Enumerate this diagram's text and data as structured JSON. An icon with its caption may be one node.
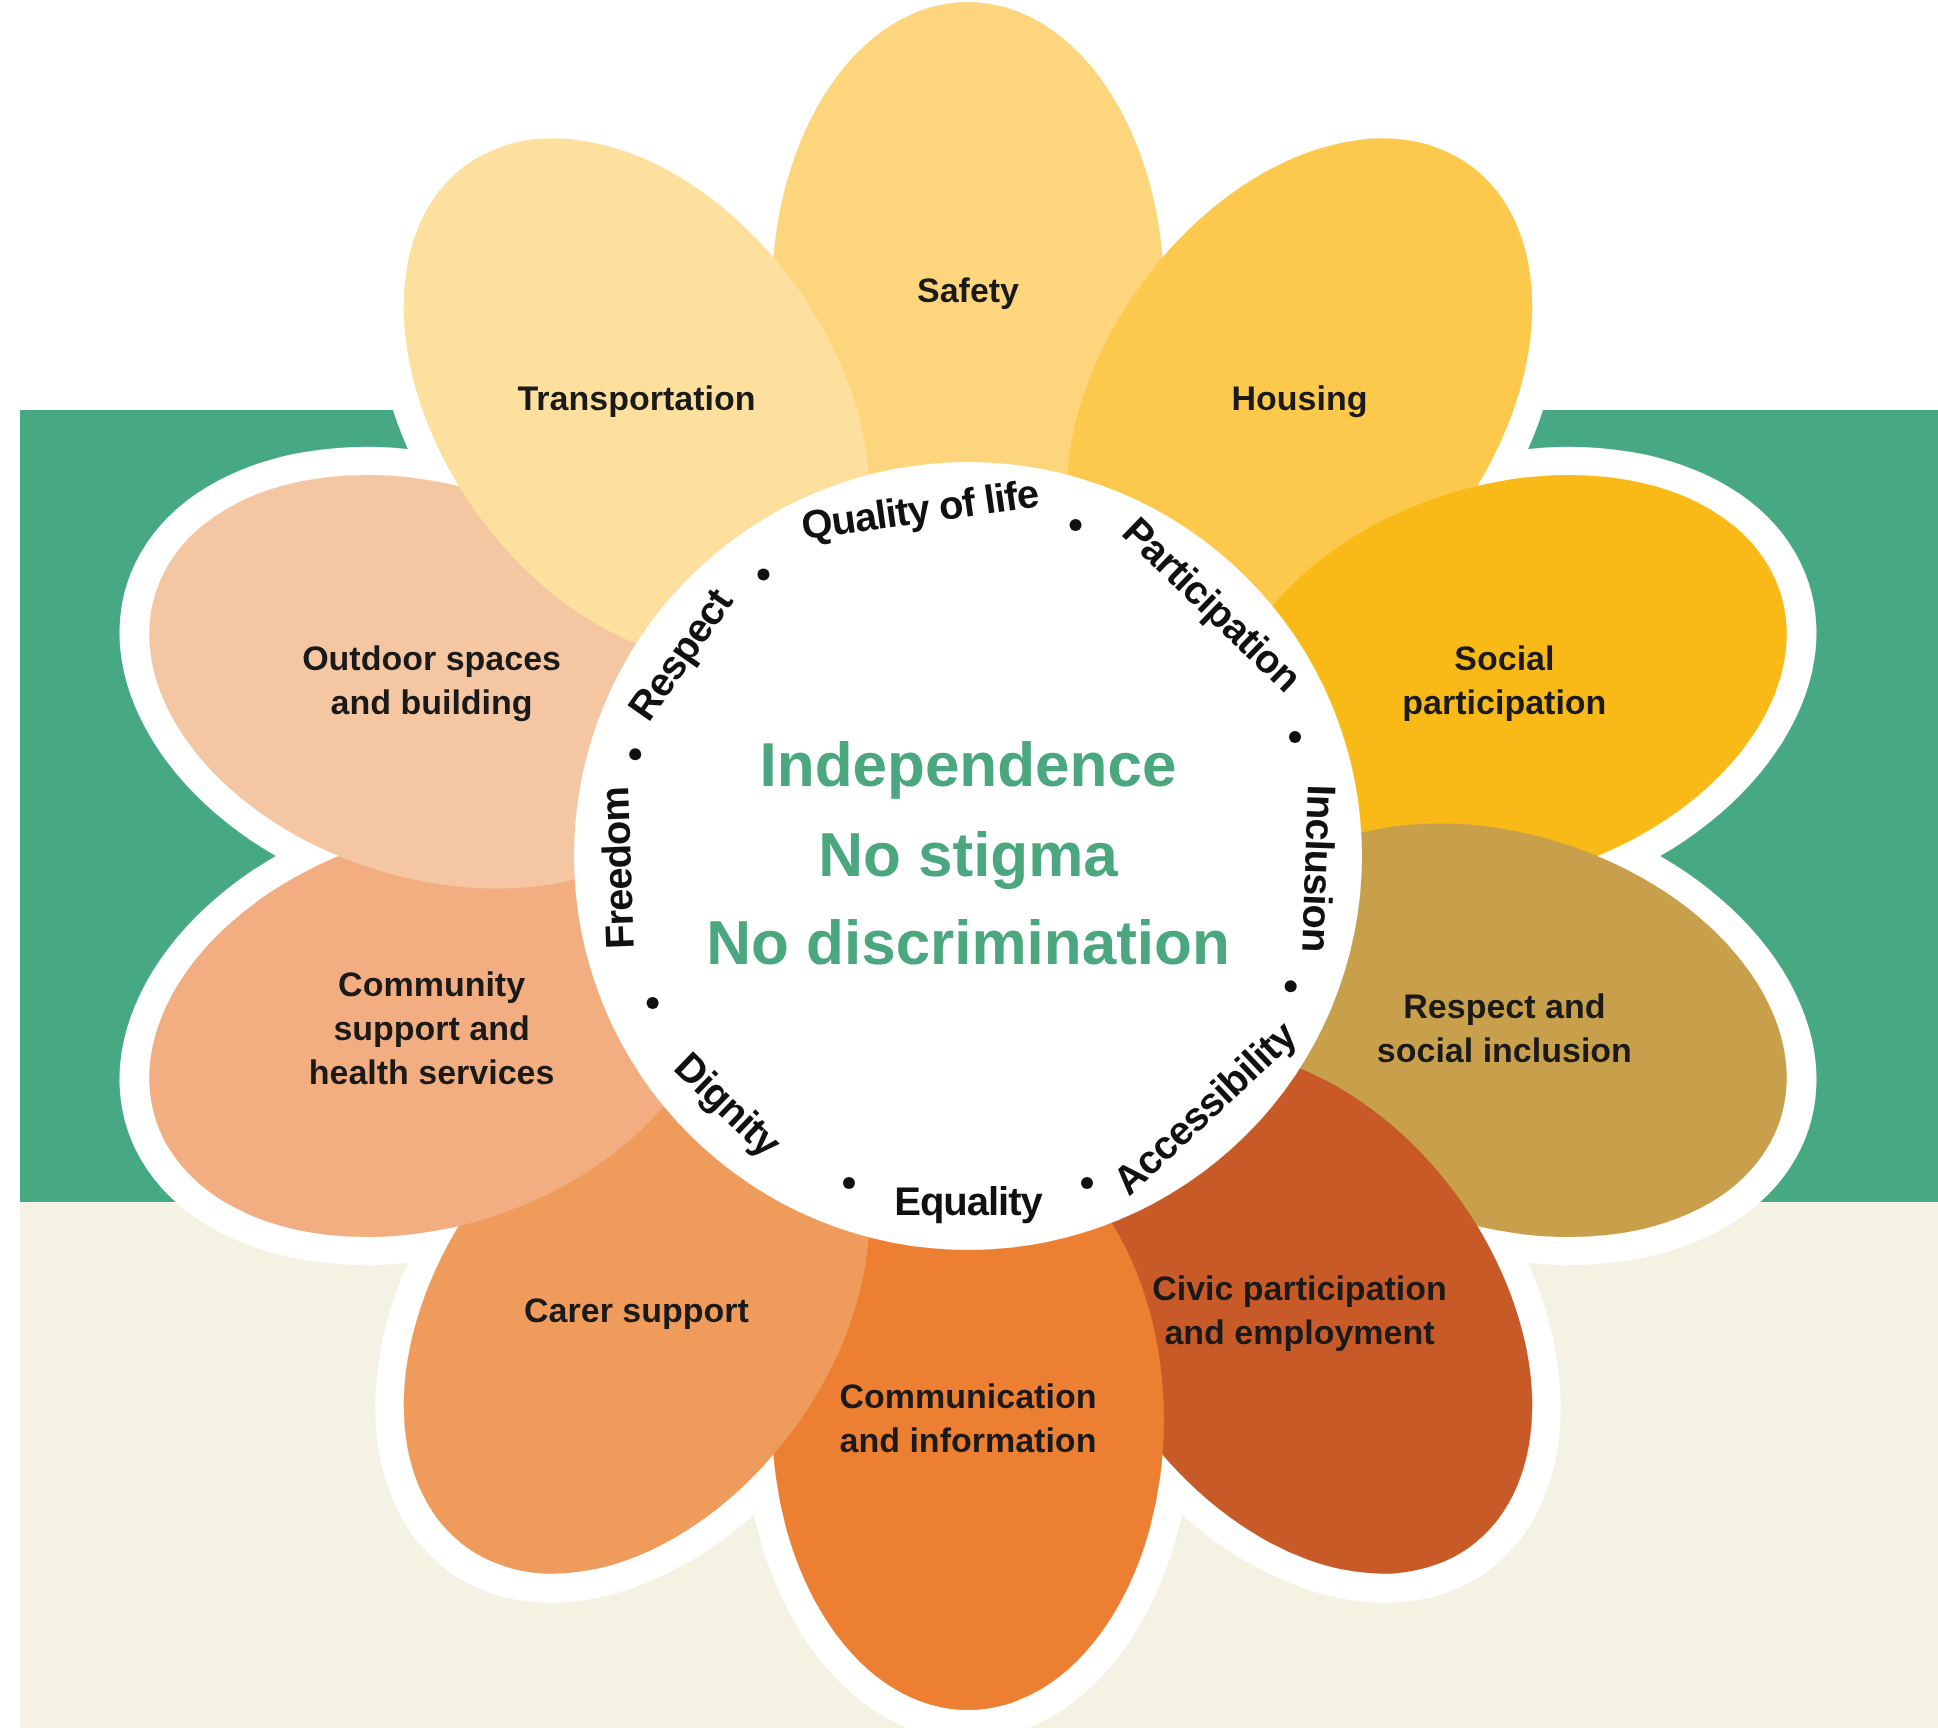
{
  "diagram": {
    "nodes": [
      {
        "text": [
          "Safety"
        ]
      },
      {
        "text": [
          "Housing"
        ]
      },
      {
        "text": [
          "Social participation"
        ]
      },
      {
        "text": [
          "Respect and social inclusion"
        ]
      },
      {
        "text": [
          "Civic participation and employment"
        ]
      },
      {
        "text": [
          "Communication and information"
        ]
      },
      {
        "text": [
          "Carer support"
        ]
      },
      {
        "text": [
          "Community support and health services"
        ]
      },
      {
        "text": [
          "Outdoor spaces and building"
        ]
      },
      {
        "text": [
          "Transportation"
        ]
      },
      {
        "text": [
          "Independence",
          "No stigma",
          "No discrimination"
        ]
      }
    ],
    "edges": [],
    "labels": [
      "Quality of life",
      "Participation",
      "Inclusion",
      "Accessibility",
      "Equality",
      "Dignity",
      "Freedom",
      "Respect"
    ]
  }
}
